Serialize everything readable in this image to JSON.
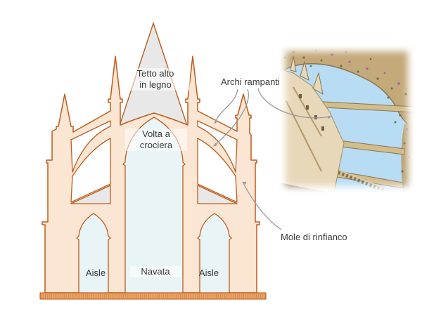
{
  "figure": {
    "description_labels": {
      "roof": {
        "line1": "Tetto alto",
        "line2": "in legno"
      },
      "vault": {
        "line1": "Volta a",
        "line2": "crociera"
      },
      "flying_buttresses": "Archi rampanti",
      "buttress_mass": "Mole di rinfianco",
      "aisle_left": "Aisle",
      "nave": "Navata",
      "aisle_right": "Aisle"
    },
    "colors": {
      "wall_fill": "#fbe5d3",
      "outline": "#bd5c1d",
      "roof_gray": "#e8e8e8",
      "opening_blue": "#e9f4f7",
      "ground_fill": "#f0a161",
      "ground_outline": "#a9551c",
      "arrow_gray": "#9a9a9a",
      "text": "#3a3a3a",
      "photo_sky": "#b7dcf4",
      "photo_stone": "#c4a97a",
      "photo_wall": "#e8d8ba"
    }
  }
}
